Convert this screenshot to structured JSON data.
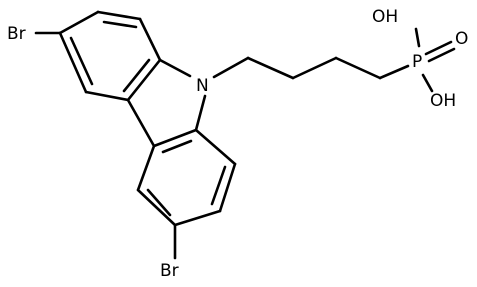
{
  "molecule": {
    "atoms": {
      "br_top": "Br",
      "br_bottom": "Br",
      "nitrogen": "N",
      "phosphorus": "P",
      "oxygen_double": "O",
      "hydroxyl_top": "OH",
      "hydroxyl_bottom": "OH"
    },
    "colors": {
      "bond": "#000000",
      "label": "#000000",
      "background": "#ffffff"
    }
  }
}
